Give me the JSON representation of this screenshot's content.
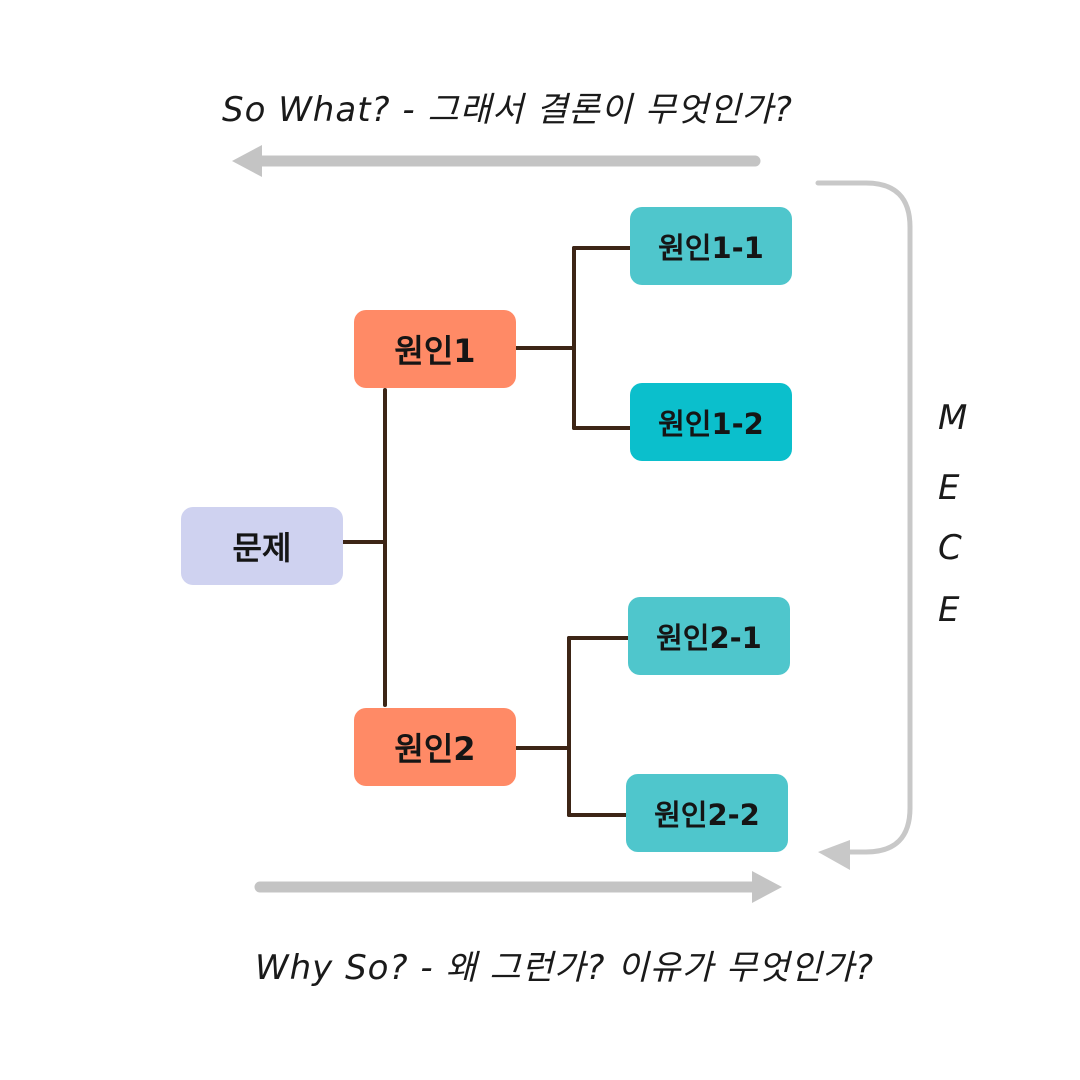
{
  "captions": {
    "top": "So What? - 그래서 결론이 무엇인가?",
    "bottom": "Why So? - 왜 그런가? 이유가 무엇인가?"
  },
  "mece": [
    "M",
    "E",
    "C",
    "E"
  ],
  "nodes": {
    "problem": "문제",
    "cause1": "원인1",
    "cause2": "원인2",
    "cause1_1": "원인1-1",
    "cause1_2": "원인1-2",
    "cause2_1": "원인2-1",
    "cause2_2": "원인2-2"
  },
  "colors": {
    "problem": "#cfd2f0",
    "cause": "#ff8a66",
    "sub": "#4fc6cc",
    "sub_highlight": "#0bbfcc",
    "connector": "#3d2516",
    "arrow": "#c4c4c4"
  }
}
